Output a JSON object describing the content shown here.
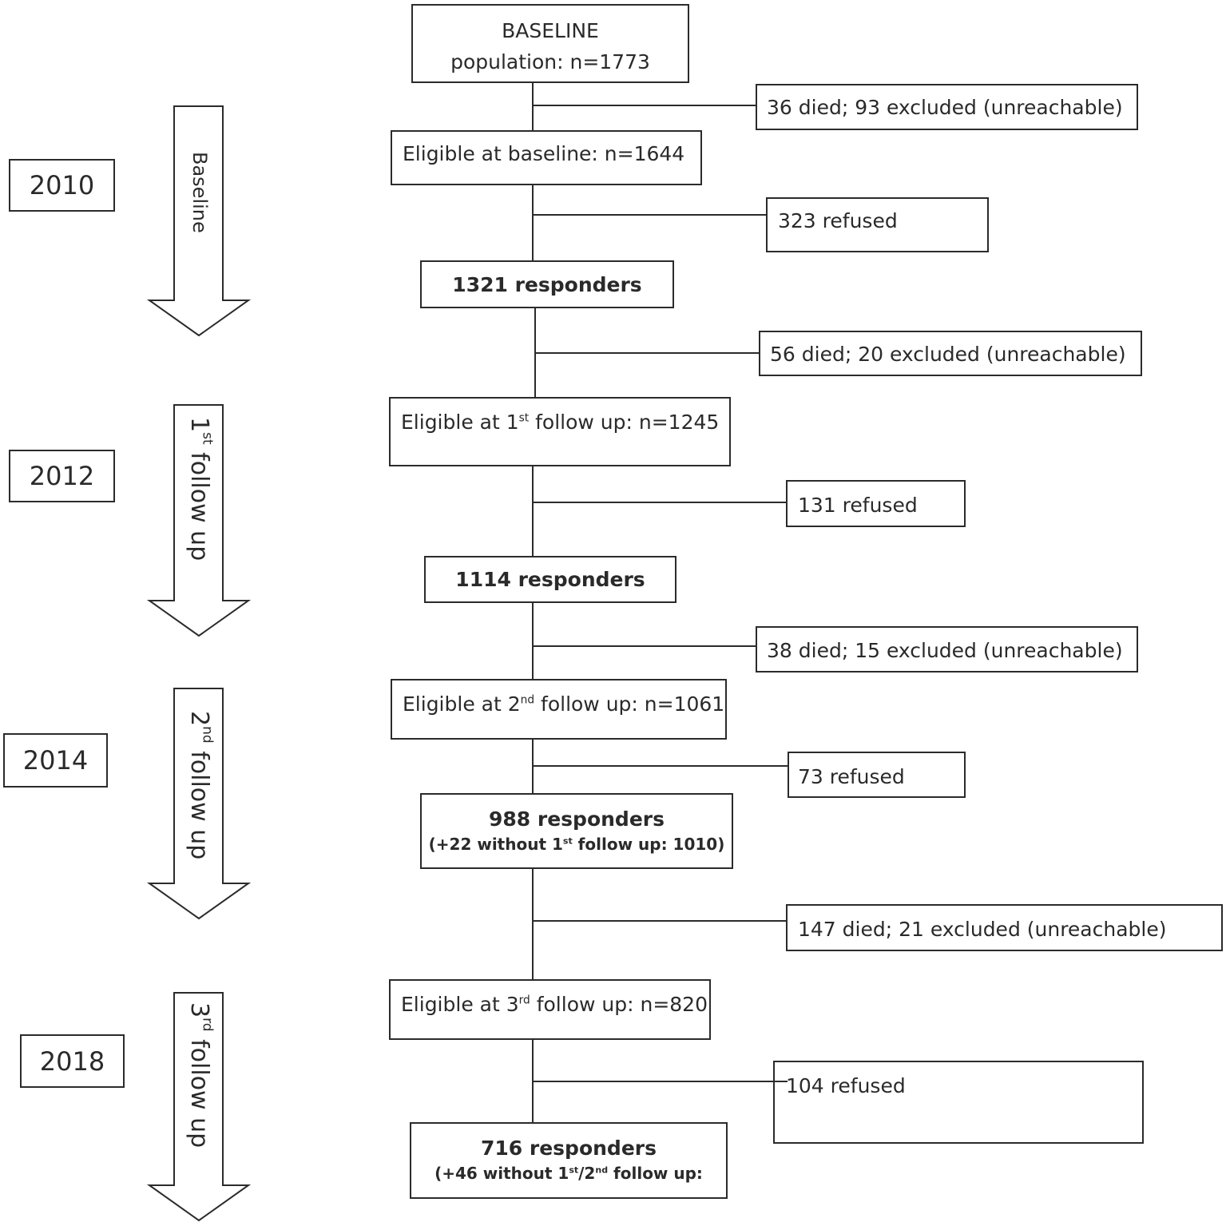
{
  "years": [
    "2010",
    "2012",
    "2014",
    "2018"
  ],
  "phases": [
    "Baseline",
    "1st follow up",
    "2nd follow up",
    "3rd follow up"
  ],
  "phase_parts": [
    {
      "num": "",
      "sup": "",
      "text": "Baseline"
    },
    {
      "num": "1",
      "sup": "st",
      "text": " follow up"
    },
    {
      "num": "2",
      "sup": "nd",
      "text": " follow up"
    },
    {
      "num": "3",
      "sup": "rd",
      "text": " follow up"
    }
  ],
  "flow": {
    "baseline_title": "BASELINE",
    "baseline_population": "population: n=1773",
    "excluded_1": "36 died; 93 excluded (unreachable)",
    "eligible_baseline": "Eligible at baseline: n=1644",
    "refused_1": "323 refused",
    "responders_1": "1321 responders",
    "excluded_2": "56 died; 20 excluded (unreachable)",
    "eligible_1st": {
      "pre": "Eligible at 1",
      "sup": "st",
      "post": " follow up: n=1245"
    },
    "refused_2": "131 refused",
    "responders_2": "1114 responders",
    "excluded_3": "38 died; 15 excluded (unreachable)",
    "eligible_2nd": {
      "pre": "Eligible at 2",
      "sup": "nd",
      "post": " follow up: n=1061"
    },
    "refused_3": "73 refused",
    "responders_3": "988 responders",
    "responders_3_note": {
      "pre": "(+22 without 1",
      "sup": "st",
      "post": " follow up: 1010)"
    },
    "excluded_4": "147 died; 21 excluded (unreachable)",
    "eligible_3rd": {
      "pre": "Eligible at 3",
      "sup": "rd",
      "post": " follow up: n=820"
    },
    "refused_4": "104 refused",
    "responders_4": "716 responders",
    "responders_4_note": {
      "pre": "(+46 without 1",
      "sup1": "st",
      "mid": "/2",
      "sup2": "nd",
      "post": " follow up:"
    }
  }
}
